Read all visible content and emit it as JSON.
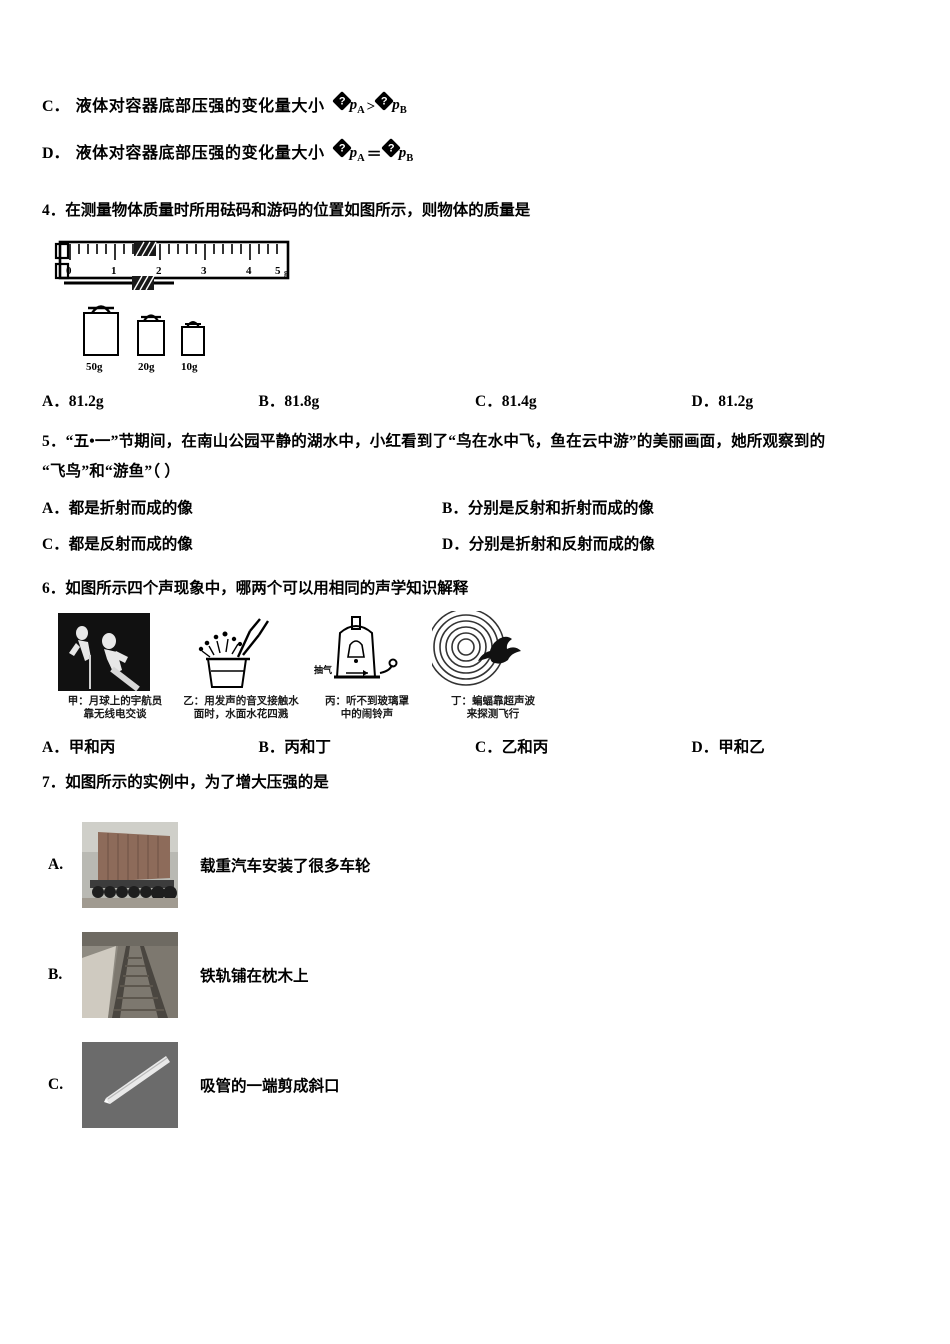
{
  "document": {
    "type": "physics-exam-paper",
    "language": "zh-CN"
  },
  "question3": {
    "options": [
      {
        "label": "C．",
        "text": "液体对容器底部压强的变化量大小",
        "glyph1": "?",
        "var1": "p",
        "sub1": "A",
        "operator": ">",
        "glyph2": "?",
        "var2": "p",
        "sub2": "B"
      },
      {
        "label": "D．",
        "text": "液体对容器底部压强的变化量大小",
        "glyph1": "?",
        "var1": "p",
        "sub1": "A",
        "operator": "＝",
        "glyph2": "?",
        "var2": "p",
        "sub2": "B"
      }
    ]
  },
  "question4": {
    "stem": "4．在测量物体质量时所用砝码和游码的位置如图所示，则物体的质量是",
    "figure": {
      "name": "balance-beam-and-weights",
      "scale_ticks": [
        "0",
        "1",
        "2",
        "3",
        "4",
        "5"
      ],
      "scale_unit": "g",
      "weights": [
        "50g",
        "20g",
        "10g"
      ]
    },
    "options": [
      {
        "label": "A．",
        "text": "81.2g"
      },
      {
        "label": "B．",
        "text": "81.8g"
      },
      {
        "label": "C．",
        "text": "81.4g"
      },
      {
        "label": "D．",
        "text": "81.2g"
      }
    ]
  },
  "question5": {
    "stem_line1": "5．“五•一”节期间，在南山公园平静的湖水中，小红看到了“鸟在水中飞，鱼在云中游”的美丽画面，她所观察到的",
    "stem_line2": "“飞鸟”和“游鱼”（      ）",
    "options": [
      {
        "label": "A．",
        "text": "都是折射而成的像"
      },
      {
        "label": "B．",
        "text": "分别是反射和折射而成的像"
      },
      {
        "label": "C．",
        "text": "都是反射而成的像"
      },
      {
        "label": "D．",
        "text": "分别是折射和反射而成的像"
      }
    ]
  },
  "question6": {
    "stem": "6．如图所示四个声现象中，哪两个可以用相同的声学知识解释",
    "figures": [
      {
        "name": "astronauts-on-moon",
        "caption_line1": "甲：月球上的宇航员",
        "caption_line2": "靠无线电交谈"
      },
      {
        "name": "tuning-fork-water-splash",
        "caption_line1": "乙：用发声的音叉接触水",
        "caption_line2": "面时，水面水花四溅"
      },
      {
        "name": "bell-in-vacuum-jar",
        "caption_line1": "丙：听不到玻璃罩",
        "caption_line2": "中的闹铃声",
        "annotation": "抽气"
      },
      {
        "name": "bat-ultrasound",
        "caption_line1": "丁：蝙蝠靠超声波",
        "caption_line2": "来探测飞行"
      }
    ],
    "options": [
      {
        "label": "A．",
        "text": "甲和丙"
      },
      {
        "label": "B．",
        "text": "丙和丁"
      },
      {
        "label": "C．",
        "text": "乙和丙"
      },
      {
        "label": "D．",
        "text": "甲和乙"
      }
    ]
  },
  "question7": {
    "stem": "7．如图所示的实例中，为了增大压强的是",
    "options": [
      {
        "label": "A.",
        "photo": "heavy-truck-many-wheels",
        "text": "载重汽车安装了很多车轮"
      },
      {
        "label": "B.",
        "photo": "railway-track-on-sleepers",
        "text": "铁轨铺在枕木上"
      },
      {
        "label": "C.",
        "photo": "drinking-straw-bevel-cut",
        "text": "吸管的一端剪成斜口"
      }
    ]
  }
}
